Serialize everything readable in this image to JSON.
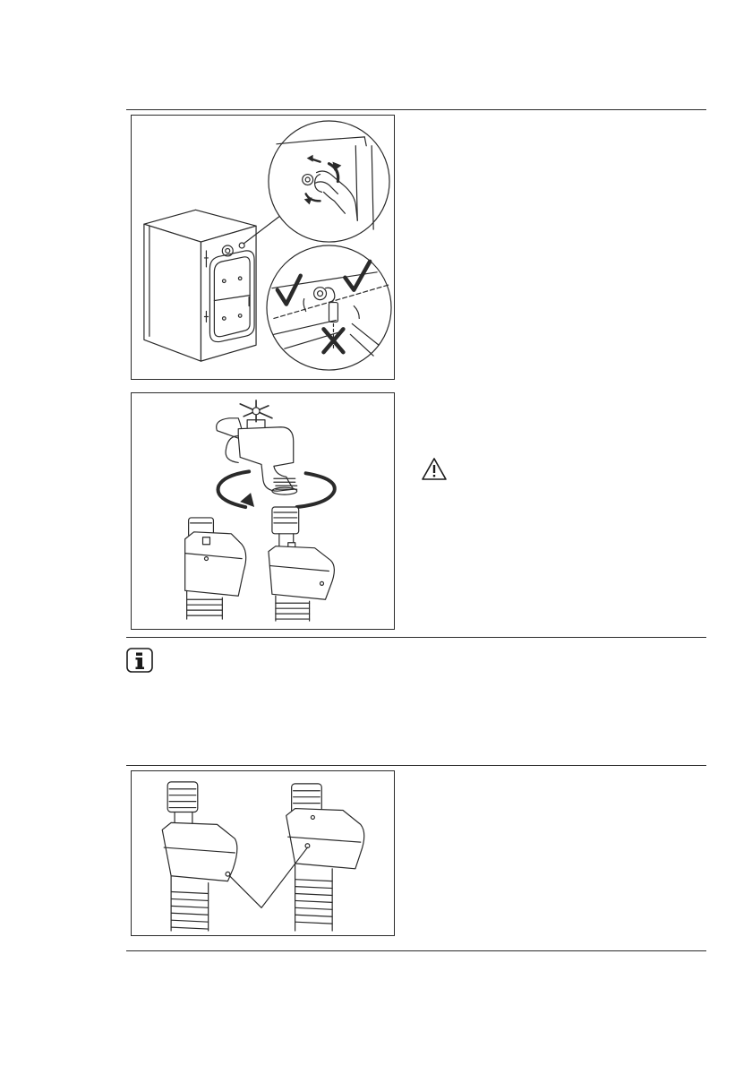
{
  "figures": [
    {
      "id": "figure-inlet-hose-rotation",
      "icons": [
        "washing-machine-icon",
        "hand-icon",
        "check-mark-icon",
        "cross-mark-icon"
      ]
    },
    {
      "id": "figure-tap-thread-connection",
      "icons": [
        "water-tap-icon",
        "rotation-arrow-icon",
        "hose-connector-icon"
      ]
    },
    {
      "id": "figure-hose-connector-variants",
      "icons": [
        "hose-connector-icon",
        "callout-line-icon"
      ]
    }
  ],
  "icons": {
    "warning": "warning-icon",
    "info": "info-icon"
  },
  "colors": {
    "line": "#2a2a2a",
    "background": "#ffffff"
  }
}
